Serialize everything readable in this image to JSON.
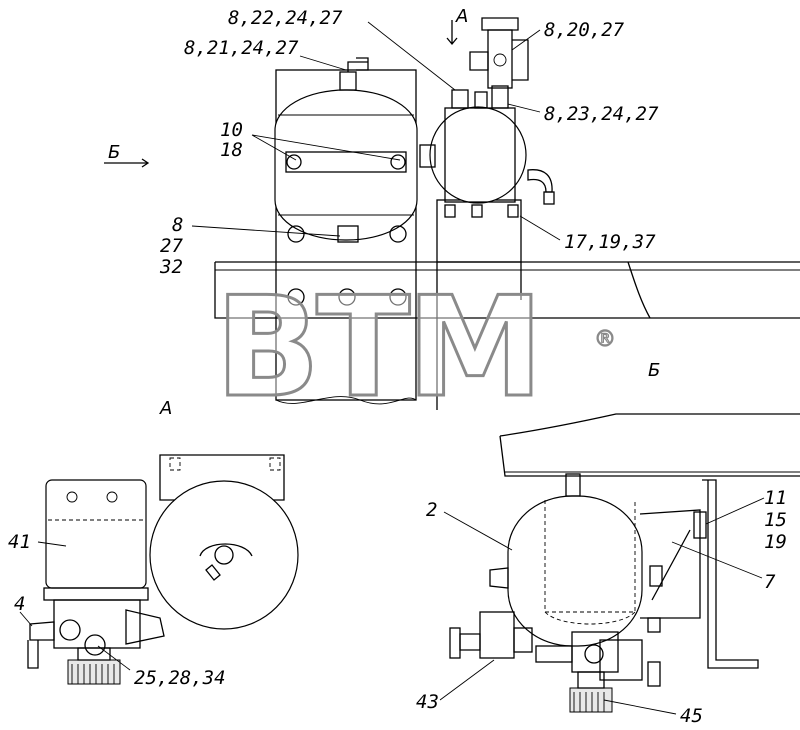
{
  "labels": {
    "l1": "8,22,24,27",
    "l2": "8,21,24,27",
    "l3": "8,20,27",
    "l4": "8,23,24,27",
    "l5a": "10",
    "l5b": "18",
    "l6a": "8",
    "l6b": "27",
    "l6c": "32",
    "l7": "17,19,37",
    "l8": "41",
    "l9": "4",
    "l10": "25,28,34",
    "l11": "2",
    "l12a": "11",
    "l12b": "15",
    "l12c": "19",
    "l13": "7",
    "l14": "43",
    "l15": "45"
  },
  "sections": {
    "view_a_arrow": "А",
    "view_b_arrow": "Б",
    "view_a_title": "А",
    "view_b_title": "Б"
  },
  "watermark": {
    "text": "BTM",
    "registered": "®"
  }
}
